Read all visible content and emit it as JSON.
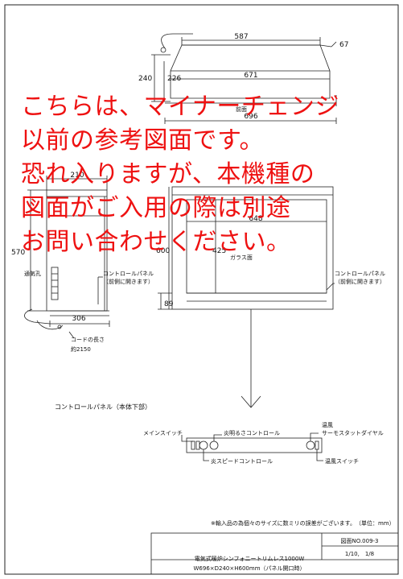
{
  "dimensions": {
    "d587": "587",
    "d67": "67",
    "d240": "240",
    "d226": "226",
    "d671": "671",
    "d696": "696",
    "d210": "210",
    "d648": "648",
    "d570": "570",
    "d600": "600",
    "d425": "425",
    "d89": "89",
    "d306": "306"
  },
  "labels": {
    "vent_hole": "通気孔",
    "control_panel_left": "コントロールパネル",
    "control_panel_left_note": "（前側に開きます）",
    "control_panel_right": "コントロールパネル",
    "control_panel_right_note": "（前側に開きます）",
    "glass_face": "ガラス面",
    "front_top": "前面",
    "cord_length": "コードの長さ",
    "cord_value": "約2150",
    "control_panel_bottom": "コントロールパネル（本体下部）",
    "main_switch": "メインスイッチ",
    "flame_brightness": "炎明るさコントロール",
    "flame_speed": "炎スピードコントロール",
    "warm_air": "温風",
    "thermostat_dial": "サーモスタットダイヤル",
    "warm_air_switch": "温風スイッチ"
  },
  "footer": {
    "note": "※輸入品の為個々のサイズに数ミリの誤差がございます。　（単位：mm）",
    "drawing_no": "図面NO.009-3",
    "scale": "1/10,　1/8",
    "product_name": "電気式暖炉シンフォニートリムレス1000W",
    "product_size": "W696×D240×H600mm（パネル開口時）"
  },
  "notice": {
    "lines": [
      "こちらは、マイナーチェンジ",
      "以前の参考図面です。",
      "恐れ入りますが、本機種の",
      "図面がご入用の際は別途",
      "お問い合わせください。"
    ],
    "color": "#ee1111"
  }
}
